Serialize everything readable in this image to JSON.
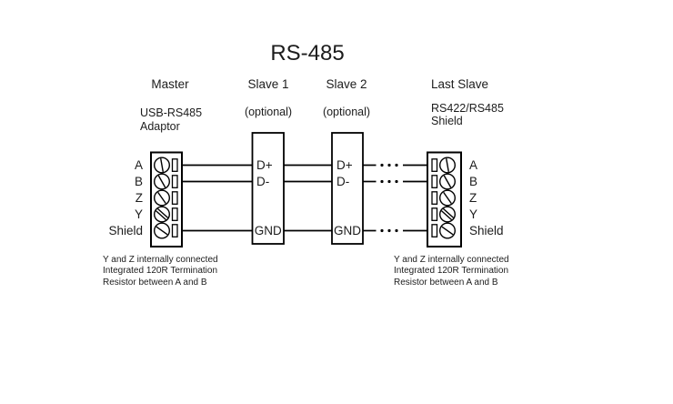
{
  "title": "RS-485",
  "master": {
    "header": "Master",
    "device_line1": "USB-RS485",
    "device_line2": "Adaptor",
    "pins": [
      "A",
      "B",
      "Z",
      "Y",
      "Shield"
    ]
  },
  "slave1": {
    "header": "Slave 1",
    "note": "(optional)"
  },
  "slave2": {
    "header": "Slave 2",
    "note": "(optional)"
  },
  "slave_pins": {
    "d_plus": "D+",
    "d_minus": "D-",
    "gnd": "GND"
  },
  "last_slave": {
    "header": "Last Slave",
    "device_line1": "RS422/RS485",
    "device_line2": "Shield",
    "pins": [
      "A",
      "B",
      "Z",
      "Y",
      "Shield"
    ]
  },
  "footnote_left": {
    "line1": "Y and Z internally connected",
    "line2": "Integrated 120R Termination",
    "line3": "Resistor between A and B"
  },
  "footnote_right": {
    "line1": "Y and Z internally connected",
    "line2": "Integrated 120R Termination",
    "line3": "Resistor between A and B"
  },
  "colors": {
    "line": "#000000",
    "text": "#1c1c1c",
    "background": "#ffffff"
  }
}
